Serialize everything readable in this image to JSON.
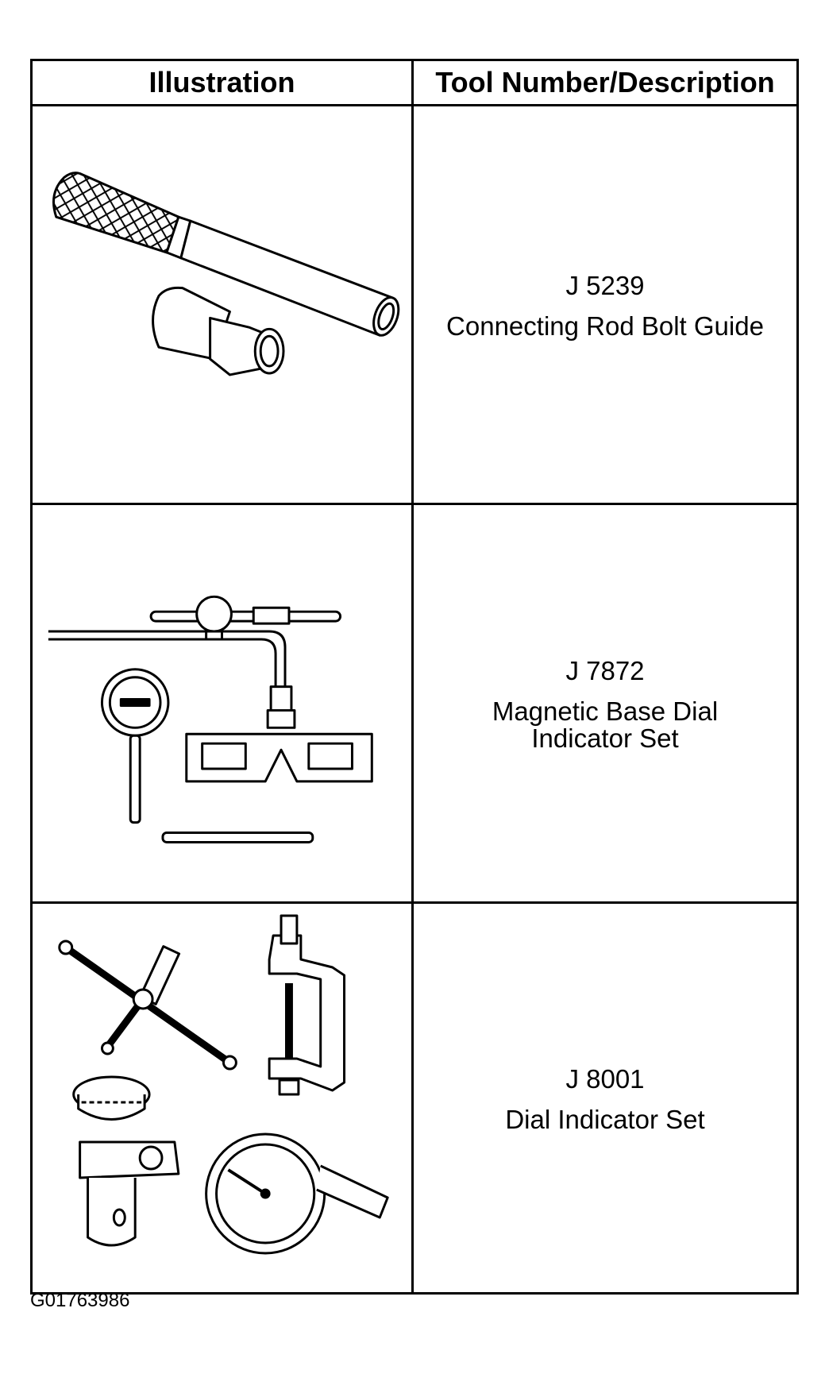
{
  "table": {
    "headers": {
      "illustration": "Illustration",
      "tool": "Tool Number/Description"
    },
    "rows": [
      {
        "number": "J 5239",
        "description": "Connecting Rod Bolt Guide",
        "illustration_icon": "connecting-rod-bolt-guide-icon"
      },
      {
        "number": "J 7872",
        "description": "Magnetic Base Dial\nIndicator Set",
        "illustration_icon": "magnetic-base-dial-indicator-icon"
      },
      {
        "number": "J 8001",
        "description": "Dial Indicator Set",
        "illustration_icon": "dial-indicator-set-icon"
      }
    ]
  },
  "figure_id": "G01763986"
}
